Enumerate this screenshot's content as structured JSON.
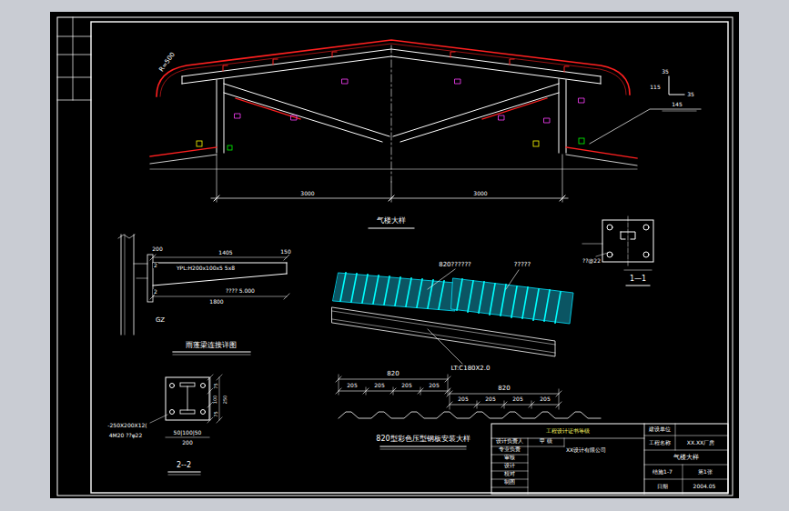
{
  "diagram": {
    "labels": [
      "R=500",
      "3000",
      "3000",
      "35",
      "115",
      "35",
      "145",
      "气楼大样",
      "??@22",
      "1—1",
      "200",
      "1405",
      "150",
      "YPL:H200x100x5 5x8",
      "2",
      "2",
      "???? 5.000",
      "1800",
      "GZ",
      "雨蓬梁连接详图",
      "-250X200X12(",
      "4M20 ??φ22",
      "50|100|50",
      "200",
      "75",
      "100",
      "75",
      "250",
      "2--2",
      "820??????",
      "?????",
      "LT:C180X2.0",
      "820",
      "205",
      "205",
      "205",
      "205",
      "820",
      "205",
      "205",
      "205",
      "205",
      "820型彩色压型钢板安装大样",
      "工程设计证书等级",
      "建设单位",
      "工程名称",
      "XX.XX厂房",
      "设计负责人",
      "甲 级",
      "专业负责",
      "XX设计有限公司",
      "审核",
      "设计",
      "校对",
      "制图",
      "气楼大样",
      "结施1-7",
      "第1张",
      "日期",
      "2004.05"
    ]
  }
}
